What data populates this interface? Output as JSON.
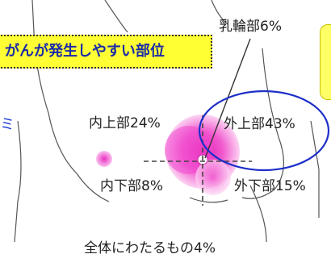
{
  "title": "がんが発生しやすい部位",
  "side_char": "ミ",
  "regions": {
    "nipple": "乳輪部6%",
    "inner_upper": "内上部24%",
    "outer_upper": "外上部43%",
    "inner_lower": "内下部8%",
    "outer_lower": "外下部15%",
    "whole": "全体にわたるもの4%"
  },
  "chart_data": {
    "type": "diagram",
    "items": [
      {
        "label": "乳輪部",
        "value": 6
      },
      {
        "label": "内上部",
        "value": 24
      },
      {
        "label": "外上部",
        "value": 43
      },
      {
        "label": "内下部",
        "value": 8
      },
      {
        "label": "外下部",
        "value": 15
      },
      {
        "label": "全体にわたるもの",
        "value": 4
      }
    ]
  },
  "colors": {
    "title_bg": "#ffff33",
    "title_text": "#1a2aa8",
    "highlight_ring": "#1d2fc8",
    "dots": "#f36ad8",
    "callout": "#ffff66"
  }
}
